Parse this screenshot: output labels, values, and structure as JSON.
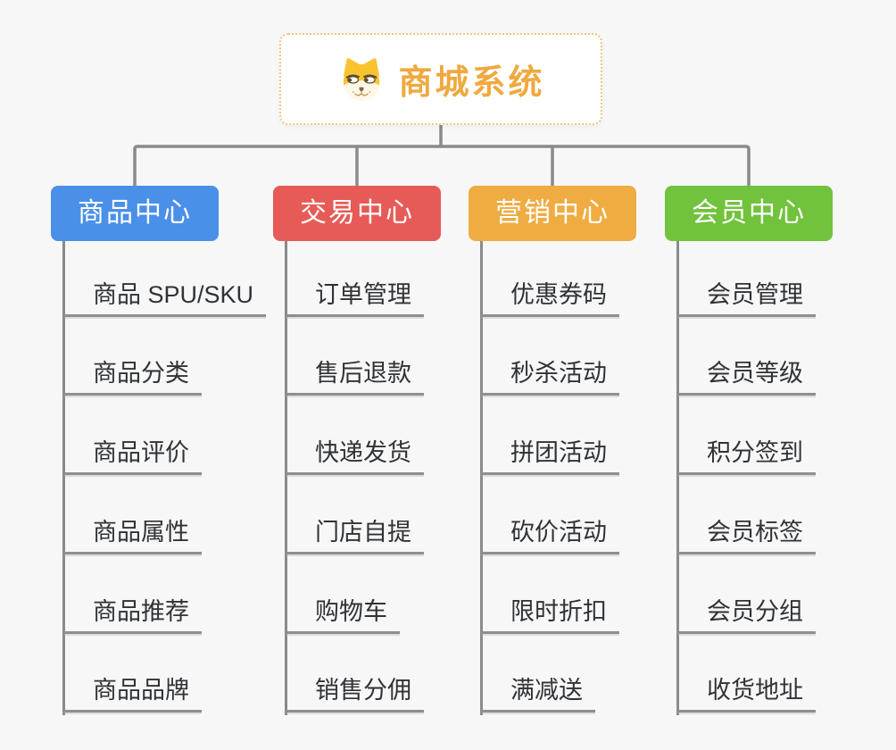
{
  "canvas": {
    "background": "#F7F7F7"
  },
  "connector": {
    "color": "#8A8A8A"
  },
  "root": {
    "title": "商城系统",
    "icon": "shiba-dog-icon",
    "text_color": "#EFA93F",
    "border_color": "#F2C47E"
  },
  "branches": [
    {
      "label": "商品中心",
      "color": "#4A90E8",
      "children": [
        "商品 SPU/SKU",
        "商品分类",
        "商品评价",
        "商品属性",
        "商品推荐",
        "商品品牌"
      ]
    },
    {
      "label": "交易中心",
      "color": "#E65B57",
      "children": [
        "订单管理",
        "售后退款",
        "快递发货",
        "门店自提",
        "购物车",
        "销售分佣"
      ]
    },
    {
      "label": "营销中心",
      "color": "#EFAC42",
      "children": [
        "优惠券码",
        "秒杀活动",
        "拼团活动",
        "砍价活动",
        "限时折扣",
        "满减送"
      ]
    },
    {
      "label": "会员中心",
      "color": "#71C23C",
      "children": [
        "会员管理",
        "会员等级",
        "积分签到",
        "会员标签",
        "会员分组",
        "收货地址"
      ]
    }
  ]
}
